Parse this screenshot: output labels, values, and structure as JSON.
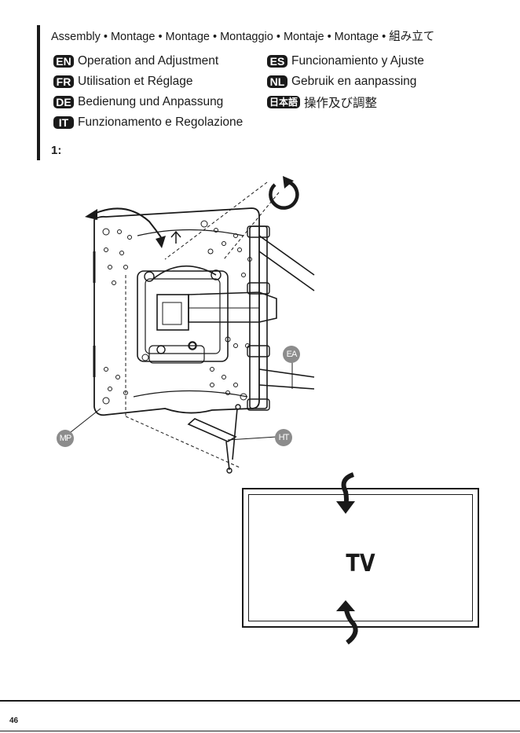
{
  "header": {
    "title": "Assembly • Montage • Montage • Montaggio • Montaje • Montage • 組み立て"
  },
  "languages": [
    {
      "code": "EN",
      "text": "Operation and Adjustment"
    },
    {
      "code": "FR",
      "text": "Utilisation et Réglage"
    },
    {
      "code": "DE",
      "text": "Bedienung und Anpassung"
    },
    {
      "code": "IT",
      "text": "Funzionamento e Regolazione"
    },
    {
      "code": "ES",
      "text": "Funcionamiento y Ajuste"
    },
    {
      "code": "NL",
      "text": "Gebruik en aanpassing"
    },
    {
      "code": "日本語",
      "text": "操作及び調整"
    }
  ],
  "step": {
    "label": "1:"
  },
  "callouts": {
    "mp": "MP",
    "ea": "EA",
    "ht": "HT"
  },
  "tv": {
    "label": "TV"
  },
  "footer": {
    "page_number": "46"
  },
  "colors": {
    "ink": "#1a1a1a",
    "callout": "#8c8c8c",
    "paper": "#ffffff"
  }
}
